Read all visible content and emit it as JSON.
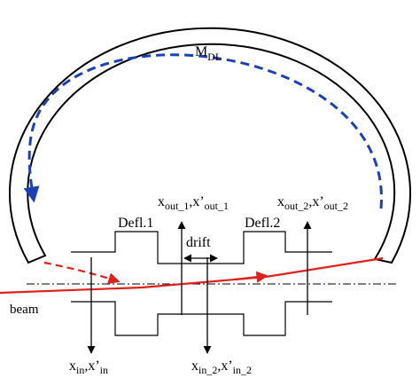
{
  "ring_label": {
    "main": "M",
    "sub": "DL"
  },
  "defl1_label": "Defl.1",
  "defl2_label": "Defl.2",
  "drift_label": "drift",
  "beam_label": "beam",
  "x_out_1": {
    "a": "x",
    "a_sub": "out_1",
    "sep": ",x’",
    "b_sub": "out_1"
  },
  "x_out_2": {
    "a": "x",
    "a_sub": "out_2",
    "sep": ",x’",
    "b_sub": "out_2"
  },
  "x_in": {
    "a": "x",
    "a_sub": "in",
    "sep": ",x’",
    "b_sub": "in"
  },
  "x_in_2": {
    "a": "x",
    "a_sub": "in_2",
    "sep": ",x’",
    "b_sub": "in_2"
  },
  "colors": {
    "ring_arrow": "#1a3fb8",
    "beam": "#e0201b",
    "line": "#000000",
    "background": "#ffffff"
  }
}
